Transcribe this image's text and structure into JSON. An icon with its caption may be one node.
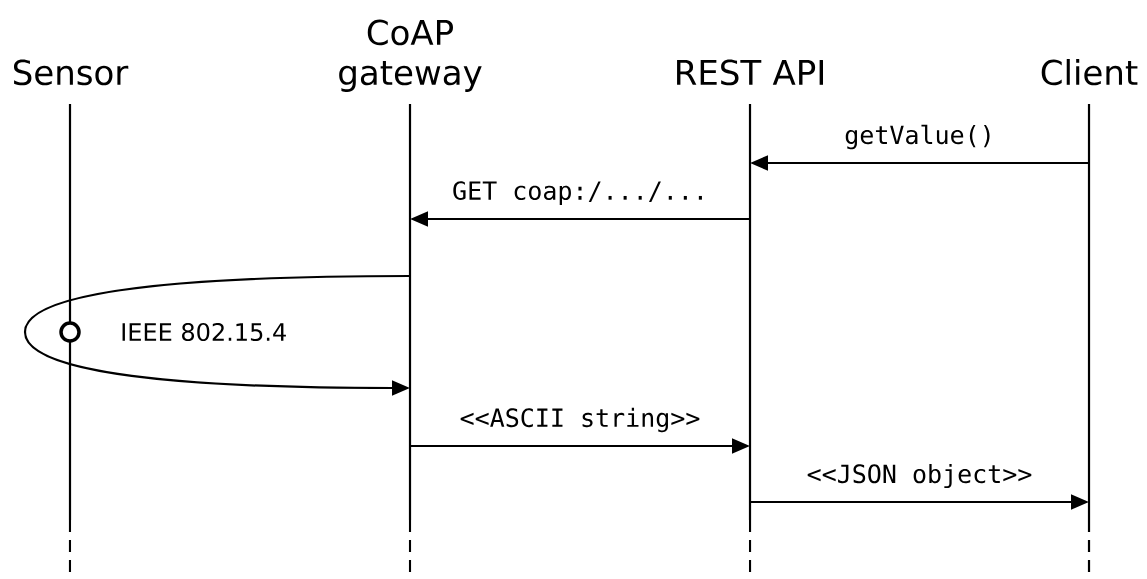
{
  "diagram": {
    "nodes": [
      {
        "text": [
          "Sensor"
        ]
      },
      {
        "text": [
          "CoAP gateway"
        ]
      },
      {
        "text": [
          "REST API"
        ]
      },
      {
        "text": [
          "Client"
        ]
      },
      {
        "text": [],
        "shape": "circle",
        "in": 0
      }
    ],
    "edges": [
      {
        "from": 3,
        "to": 2,
        "arrow": "to",
        "label": "getValue()"
      },
      {
        "from": 2,
        "to": 1,
        "arrow": "to",
        "label": "GET coap:/.../..."
      },
      {
        "from": 1,
        "to": 1,
        "arrow": "to",
        "label": "IEEE 802.15.4"
      },
      {
        "from": 1,
        "to": 2,
        "arrow": "to",
        "label": "<<ASCII string>>"
      },
      {
        "from": 2,
        "to": 3,
        "arrow": "to",
        "label": "<<JSON object>>"
      }
    ]
  }
}
